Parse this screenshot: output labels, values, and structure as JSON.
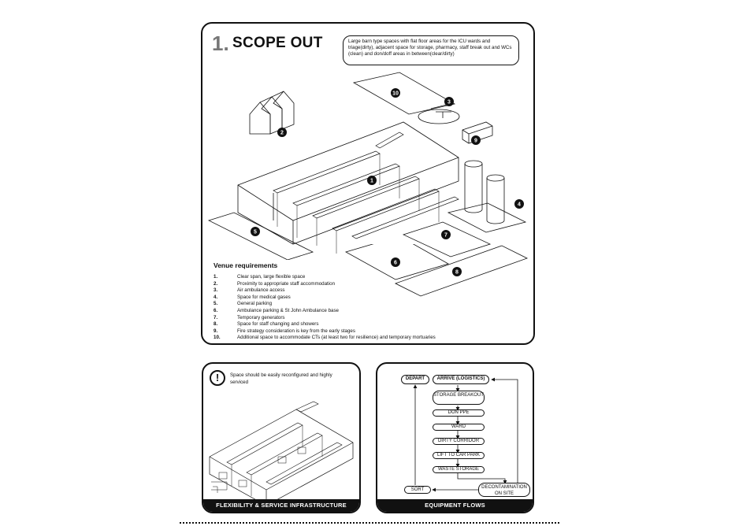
{
  "scope": {
    "number": "1.",
    "title": "SCOPE OUT",
    "description": "Large barn type spaces with flat floor areas for the ICU wards and triage(dirty), adjacent space for storage, pharmacy, staff break out and WCs (clean) and don/doff areas in between(clear/dirty)",
    "requirements_title": "Venue requirements",
    "requirements": [
      {
        "n": "1.",
        "text": "Clear span, large flexible space"
      },
      {
        "n": "2.",
        "text": "Proximity to appropriate staff accommodation"
      },
      {
        "n": "3.",
        "text": "Air ambulance access"
      },
      {
        "n": "4.",
        "text": "Space for medical gases"
      },
      {
        "n": "5.",
        "text": "General parking"
      },
      {
        "n": "6.",
        "text": "Ambulance parking & St John Ambulance base"
      },
      {
        "n": "7.",
        "text": "Temporary generators"
      },
      {
        "n": "8.",
        "text": "Space for staff changing and showers"
      },
      {
        "n": "9.",
        "text": "Fire strategy consideration is key from the early stages"
      },
      {
        "n": "10.",
        "text": "Additional space to accommodate CTs (at least two for resilience) and temporary mortuaries"
      }
    ],
    "markers": [
      "1",
      "2",
      "3",
      "4",
      "5",
      "6",
      "7",
      "8",
      "9",
      "10"
    ]
  },
  "flex": {
    "note": "Space should be easily reconfigured and highly serviced",
    "footer": "FLEXIBILITY & SERVICE INFRASTRUCTURE"
  },
  "flows": {
    "depart": "DEPART",
    "arrive": "ARRIVE (LOGISTICS)",
    "steps": [
      "STORAGE BREAKOUT",
      "DON PPE",
      "WARD",
      "DIRTY CORRIDOR",
      "LIFT TO CAR PARK",
      "WASTE STORAGE"
    ],
    "decon": "DECONTAMINATION ON SITE",
    "sort": "SORT",
    "footer": "EQUIPMENT FLOWS"
  }
}
